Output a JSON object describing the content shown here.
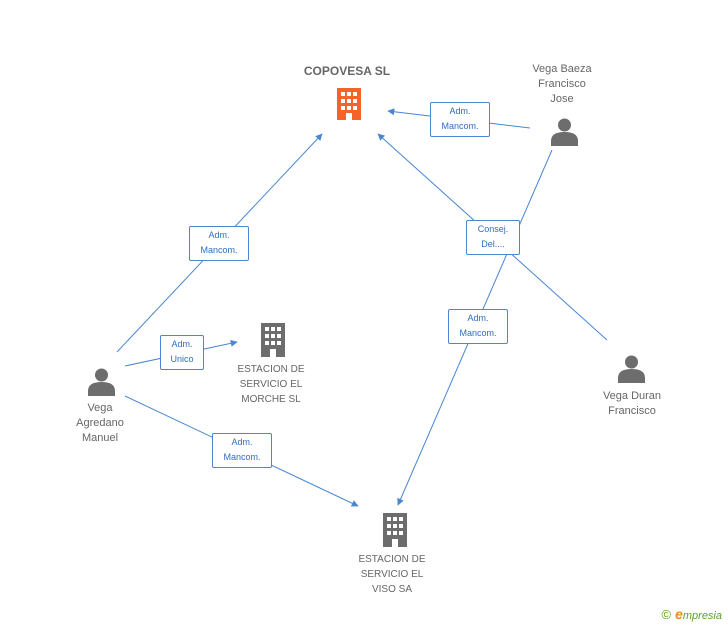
{
  "colors": {
    "edge": "#4a86d1",
    "company_main_icon": "#f4632a",
    "company_icon": "#6d6d6d",
    "person_icon": "#6d6d6d",
    "label_text": "#666666"
  },
  "nodes": {
    "copovesa": {
      "name": "COPOVESA SL",
      "icon": "building-icon"
    },
    "vega_baeza": {
      "lines": [
        "Vega Baeza",
        "Francisco",
        "Jose"
      ],
      "icon": "person-icon"
    },
    "vega_duran": {
      "lines": [
        "Vega Duran",
        "Francisco"
      ],
      "icon": "person-icon"
    },
    "vega_agredano": {
      "lines": [
        "Vega",
        "Agredano",
        "Manuel"
      ],
      "icon": "person-icon"
    },
    "el_morche": {
      "lines": [
        "ESTACION DE",
        "SERVICIO EL",
        "MORCHE SL"
      ],
      "icon": "building-icon"
    },
    "el_viso": {
      "lines": [
        "ESTACION DE",
        "SERVICIO EL",
        "VISO SA"
      ],
      "icon": "building-icon"
    }
  },
  "edges": {
    "baeza_copovesa": [
      "Adm.",
      "Mancom."
    ],
    "duran_copovesa": [
      "Consej.",
      "Del...."
    ],
    "baeza_viso": [
      "Adm.",
      "Mancom."
    ],
    "agredano_copovesa": [
      "Adm.",
      "Mancom."
    ],
    "agredano_morche": [
      "Adm.",
      "Unico"
    ],
    "agredano_viso": [
      "Adm.",
      "Mancom."
    ]
  },
  "footer": {
    "copyright": "©",
    "brand_initial": "e",
    "brand_rest": "mpresia"
  }
}
